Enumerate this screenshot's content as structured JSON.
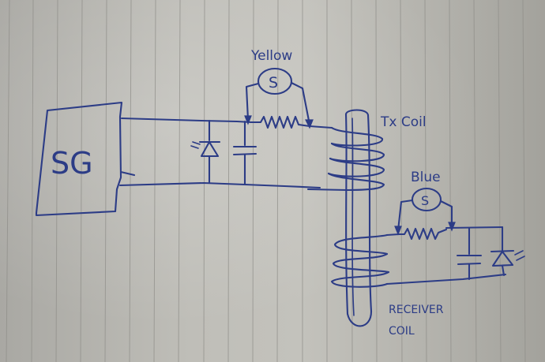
{
  "labels": {
    "signal_generator": "SG",
    "yellow_meter_name": "Yellow",
    "yellow_meter_symbol": "S",
    "tx_coil": "Tx Coil",
    "blue_meter_name": "Blue",
    "blue_meter_symbol": "S",
    "receiver_line1": "RECEIVER",
    "receiver_line2": "COIL"
  },
  "colors": {
    "ink": "#2c3c86",
    "paper": "#bdbcb6",
    "ruled_line": "#8e8d88"
  }
}
